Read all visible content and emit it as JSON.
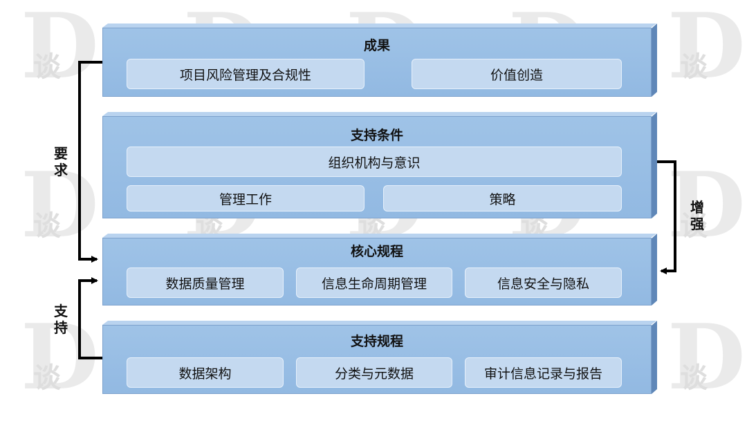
{
  "watermark_glyph": "D",
  "watermark_text": "谈",
  "layers": [
    {
      "title": "成果",
      "boxes": [
        "项目风险管理及合规性",
        "价值创造"
      ]
    },
    {
      "title": "支持条件",
      "boxes": [
        "组织机构与意识",
        "管理工作",
        "策略"
      ]
    },
    {
      "title": "核心规程",
      "boxes": [
        "数据质量管理",
        "信息生命周期管理",
        "信息安全与隐私"
      ]
    },
    {
      "title": "支持规程",
      "boxes": [
        "数据架构",
        "分类与元数据",
        "审计信息记录与报告"
      ]
    }
  ],
  "relations": {
    "requires": "要求",
    "enhances": "增强",
    "supports": "支持"
  },
  "colors": {
    "layer_fill": "#9fc3e7",
    "box_fill": "#c4d9f0",
    "arrow": "#000000"
  }
}
